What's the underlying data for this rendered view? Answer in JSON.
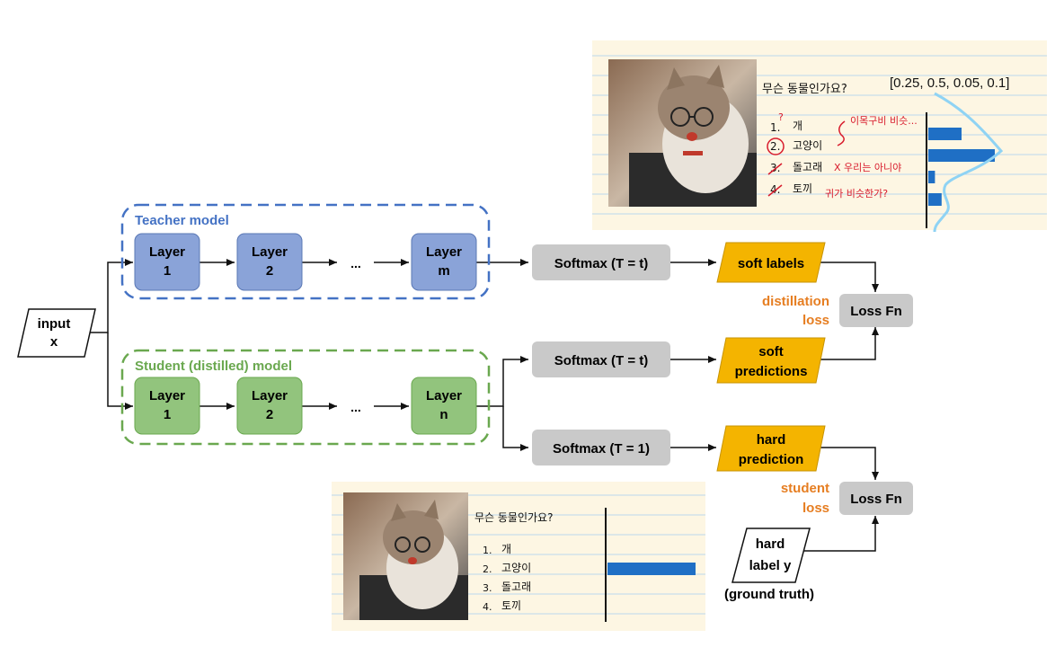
{
  "input": {
    "line1": "input",
    "line2": "x"
  },
  "teacher": {
    "title": "Teacher model",
    "layers": [
      {
        "line1": "Layer",
        "line2": "1"
      },
      {
        "line1": "Layer",
        "line2": "2"
      },
      {
        "line1": "Layer",
        "line2": "m"
      }
    ],
    "ellipsis": "..."
  },
  "student": {
    "title": "Student (distilled) model",
    "layers": [
      {
        "line1": "Layer",
        "line2": "1"
      },
      {
        "line1": "Layer",
        "line2": "2"
      },
      {
        "line1": "Layer",
        "line2": "n"
      }
    ],
    "ellipsis": "..."
  },
  "softmax": {
    "teacher": "Softmax (T = t)",
    "student_soft": "Softmax (T = t)",
    "student_hard": "Softmax (T = 1)"
  },
  "outputs": {
    "soft_labels": "soft labels",
    "soft_predictions": {
      "line1": "soft",
      "line2": "predictions"
    },
    "hard_prediction": {
      "line1": "hard",
      "line2": "prediction"
    },
    "hard_label": {
      "line1": "hard",
      "line2": "label y"
    },
    "ground_truth": "(ground truth)"
  },
  "loss": {
    "distillation": {
      "line1": "distillation",
      "line2": "loss"
    },
    "student": {
      "line1": "student",
      "line2": "loss"
    },
    "fn_top": "Loss Fn",
    "fn_bottom": "Loss Fn"
  },
  "top_panel": {
    "question": "무슨 동물인가요?",
    "vector": "[0.25, 0.5, 0.05, 0.1]",
    "options": [
      {
        "num": "1.",
        "text": "개"
      },
      {
        "num": "2.",
        "text": "고양이"
      },
      {
        "num": "3.",
        "text": "돌고래"
      },
      {
        "num": "4.",
        "text": "토끼"
      }
    ],
    "values": [
      0.25,
      0.5,
      0.05,
      0.1
    ],
    "annotations": {
      "a1": "이목구비 비슷...",
      "a3": "X 우리는 아니야",
      "a4": "귀가 비슷한가?",
      "qmark": "?"
    }
  },
  "bottom_panel": {
    "question": "무슨 동물인가요?",
    "options": [
      {
        "num": "1.",
        "text": "개"
      },
      {
        "num": "2.",
        "text": "고양이"
      },
      {
        "num": "3.",
        "text": "돌고래"
      },
      {
        "num": "4.",
        "text": "토끼"
      }
    ],
    "values": [
      0,
      1,
      0,
      0
    ]
  },
  "colors": {
    "teacher_fill": "#8aa3d8",
    "teacher_border": "#4472c4",
    "student_fill": "#92c47d",
    "student_border": "#6aa84f",
    "softmax_fill": "#c9c9c9",
    "output_fill": "#f4b400",
    "loss_text": "#e67e22",
    "bar": "#1f6fc5",
    "panel_bg": "#fdf6e3"
  }
}
